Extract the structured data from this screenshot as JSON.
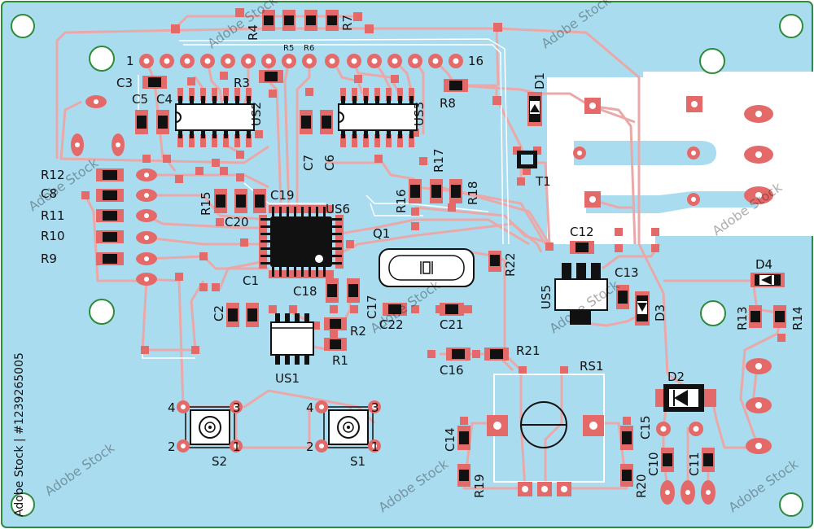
{
  "colors": {
    "board": "#a9dcef",
    "trace": "#eaa8a8",
    "pad": "#e46a6a",
    "hole": "#ffffff",
    "component": "#111111",
    "silk": "#ffffff",
    "border": "#2e8b3a",
    "copper_zone": "#ffffff"
  },
  "header": {
    "pin_first": "1",
    "pin_last": "16"
  },
  "labels": {
    "R4": "R4",
    "R5": "R5",
    "R6": "R6",
    "R7": "R7",
    "C3": "C3",
    "R3": "R3",
    "C5": "C5",
    "C4": "C4",
    "US2": "US2",
    "US3": "US3",
    "R8": "R8",
    "D1": "D1",
    "T1": "T1",
    "C7": "C7",
    "C6": "C6",
    "R17": "R17",
    "R16": "R16",
    "R18": "R18",
    "R12": "R12",
    "C8": "C8",
    "R11": "R11",
    "R10": "R10",
    "R9": "R9",
    "R15": "R15",
    "C19": "C19",
    "C20": "C20",
    "US6": "US6",
    "Q1": "Q1",
    "R22": "R22",
    "C12": "C12",
    "C13": "C13",
    "US5": "US5",
    "D3": "D3",
    "D4": "D4",
    "R13": "R13",
    "R14": "R14",
    "C1": "C1",
    "C18": "C18",
    "C17": "C17",
    "C22": "C22",
    "C21": "C21",
    "C2": "C2",
    "R2": "R2",
    "R1": "R1",
    "US1": "US1",
    "R21": "R21",
    "C16": "C16",
    "RS1": "RS1",
    "D2": "D2",
    "C14": "C14",
    "R19": "R19",
    "C15": "C15",
    "C10": "C10",
    "C11": "C11",
    "R20": "R20",
    "S2": "S2",
    "S1": "S1"
  },
  "switch_pins": {
    "p4": "4",
    "p3": "3",
    "p2": "2",
    "p1": "1"
  },
  "watermark": {
    "text": "Adobe Stock",
    "side_text": "Adobe Stock | #1239265005"
  }
}
